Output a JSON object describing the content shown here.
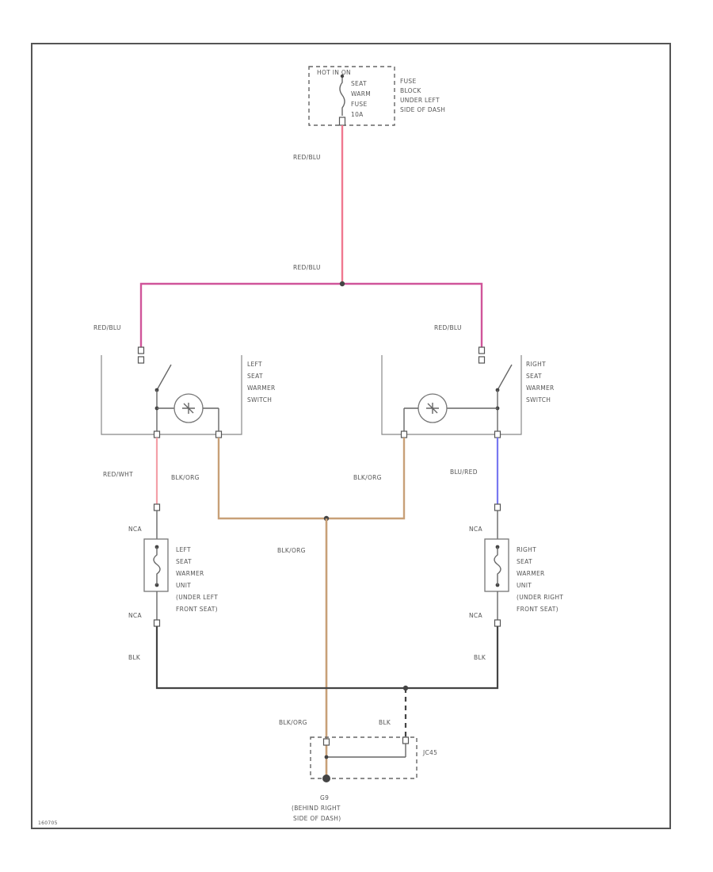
{
  "colors": {
    "red_blu": "#f07890",
    "red_blu_bus": "#d0559a",
    "red_wht": "#f4a0a8",
    "blk_org": "#c8a078",
    "blu_red": "#7878f0",
    "blk": "#444444"
  },
  "fuse": {
    "header": "HOT IN ON",
    "name_lines": [
      "SEAT",
      "WARM",
      "FUSE",
      "10A"
    ],
    "location_lines": [
      "FUSE",
      "BLOCK",
      "UNDER LEFT",
      "SIDE OF DASH"
    ]
  },
  "wire_labels": {
    "fuse_red_blu": "RED/BLU",
    "bus_red_blu": "RED/BLU",
    "left_red_blu": "RED/BLU",
    "right_red_blu": "RED/BLU",
    "left_red_wht": "RED/WHT",
    "left_blk_org": "BLK/ORG",
    "right_blk_org": "BLK/ORG",
    "right_blu_red": "BLU/RED",
    "center_blk_org": "BLK/ORG",
    "left_nca_top": "NCA",
    "left_nca_bottom": "NCA",
    "right_nca_top": "NCA",
    "right_nca_bottom": "NCA",
    "left_blk": "BLK",
    "right_blk": "BLK",
    "ground_blk_org": "BLK/ORG",
    "ground_blk": "BLK"
  },
  "left_switch_lines": [
    "LEFT",
    "SEAT",
    "WARMER",
    "SWITCH"
  ],
  "right_switch_lines": [
    "RIGHT",
    "SEAT",
    "WARMER",
    "SWITCH"
  ],
  "left_unit_lines": [
    "LEFT",
    "SEAT",
    "WARMER",
    "UNIT",
    "(UNDER LEFT",
    "FRONT SEAT)"
  ],
  "right_unit_lines": [
    "RIGHT",
    "SEAT",
    "WARMER",
    "UNIT",
    "(UNDER RIGHT",
    "FRONT SEAT)"
  ],
  "ground": {
    "junction_label": "JC45",
    "name": "G9",
    "location_lines": [
      "(BEHIND RIGHT",
      "SIDE OF DASH)"
    ]
  },
  "footer_id": "160705"
}
